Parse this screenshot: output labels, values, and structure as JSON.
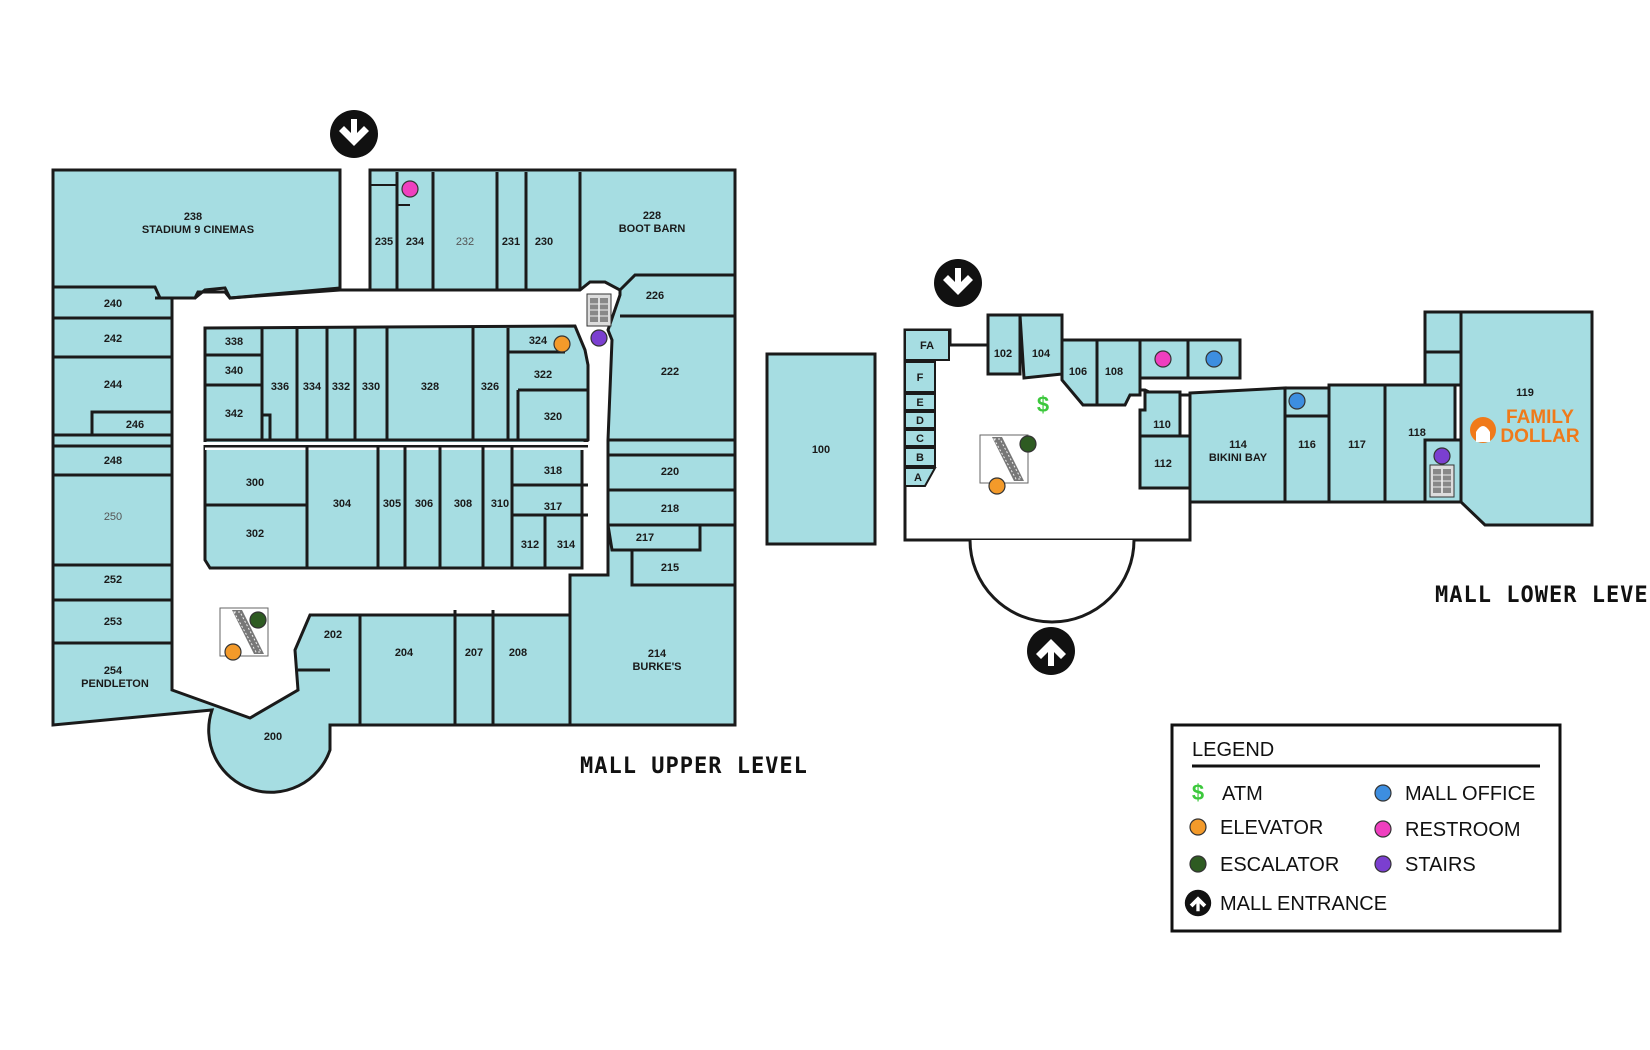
{
  "colors": {
    "unit": "#a6dde2",
    "atm": "#3cc83c",
    "elevator": "#f39a2a",
    "escalator": "#2e5b22",
    "mall_office": "#3d8ee0",
    "restroom": "#ef3fbf",
    "stairs": "#7b3fd0",
    "family_dollar": "#f07a1a"
  },
  "upper_level": {
    "title": "MALL UPPER LEVEL",
    "units": {
      "u238": "238",
      "u238_name": "STADIUM 9 CINEMAS",
      "u235": "235",
      "u234": "234",
      "u232": "232",
      "u231": "231",
      "u230": "230",
      "u228": "228",
      "u228_name": "BOOT BARN",
      "u226": "226",
      "u222": "222",
      "u220": "220",
      "u218": "218",
      "u217": "217",
      "u215": "215",
      "u214": "214",
      "u214_name": "BURKE'S",
      "u208": "208",
      "u207": "207",
      "u204": "204",
      "u202": "202",
      "u200": "200",
      "u254": "254",
      "u254_name": "PENDLETON",
      "u253": "253",
      "u252": "252",
      "u250": "250",
      "u248": "248",
      "u246": "246",
      "u244": "244",
      "u242": "242",
      "u240": "240",
      "u338": "338",
      "u340": "340",
      "u342": "342",
      "u336": "336",
      "u334": "334",
      "u332": "332",
      "u330": "330",
      "u328": "328",
      "u326": "326",
      "u324": "324",
      "u322": "322",
      "u320": "320",
      "u318": "318",
      "u317": "317",
      "u314": "314",
      "u312": "312",
      "u310": "310",
      "u308": "308",
      "u306": "306",
      "u305": "305",
      "u304": "304",
      "u302": "302",
      "u300": "300"
    }
  },
  "lower_level": {
    "title": "MALL LOWER LEVEL",
    "units": {
      "u100": "100",
      "uFA": "FA",
      "uF": "F",
      "uE": "E",
      "uD": "D",
      "uC": "C",
      "uB": "B",
      "uA": "A",
      "u102": "102",
      "u104": "104",
      "u106": "106",
      "u108": "108",
      "u110": "110",
      "u112": "112",
      "u114": "114",
      "u114_name": "BIKINI BAY",
      "u116": "116",
      "u117": "117",
      "u118": "118",
      "u119": "119"
    },
    "atm_symbol": "$",
    "family_dollar": {
      "line1": "FAMILY",
      "line2": "DOLLAR"
    }
  },
  "legend": {
    "title": "LEGEND",
    "items": [
      {
        "symbol": "$",
        "label": "ATM"
      },
      {
        "symbol": "elevator-dot",
        "label": "ELEVATOR"
      },
      {
        "symbol": "escalator-dot",
        "label": "ESCALATOR"
      },
      {
        "symbol": "entrance-arrow-icon",
        "label": "MALL ENTRANCE"
      },
      {
        "symbol": "mall-office-dot",
        "label": "MALL OFFICE"
      },
      {
        "symbol": "restroom-dot",
        "label": "RESTROOM"
      },
      {
        "symbol": "stairs-dot",
        "label": "STAIRS"
      }
    ]
  }
}
